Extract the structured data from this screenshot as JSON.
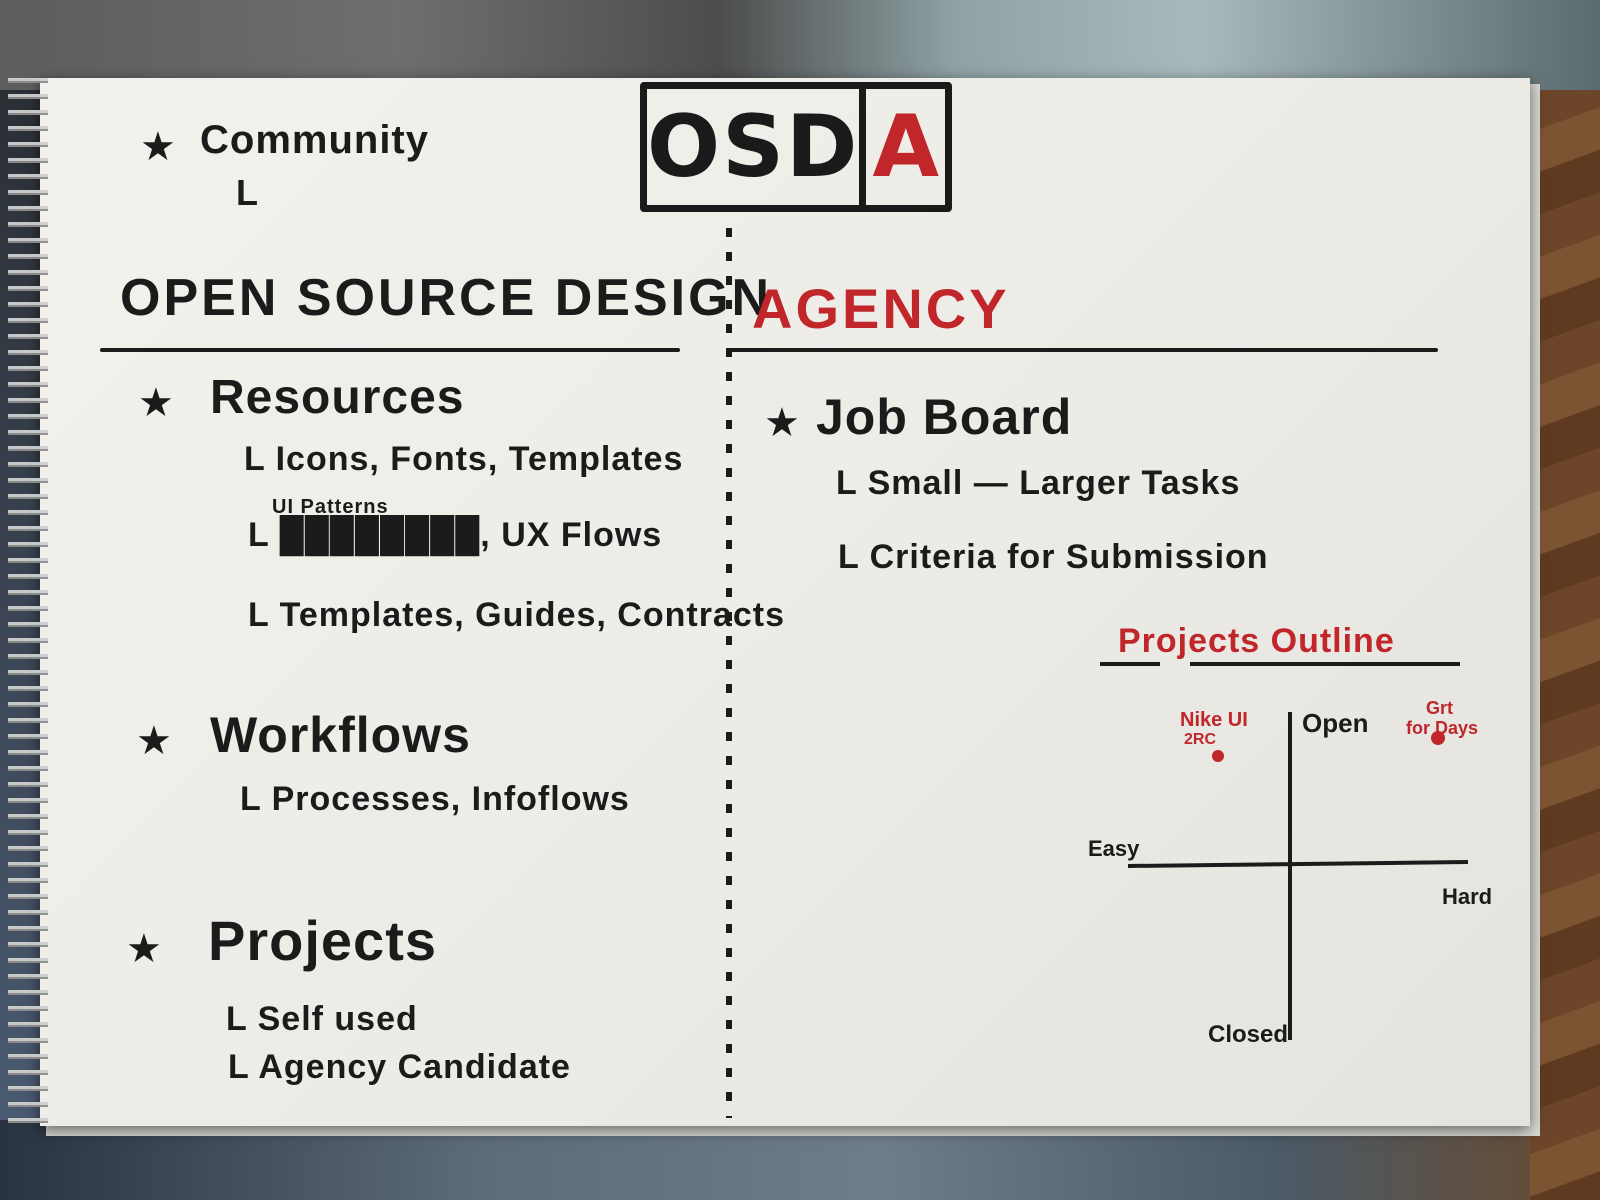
{
  "logo": {
    "main": "OSD",
    "accent": "A"
  },
  "community": {
    "star": "★",
    "label": "Community",
    "sub": "L"
  },
  "left": {
    "heading": "OPEN SOURCE DESIGN",
    "sections": [
      {
        "star": "★",
        "title": "Resources",
        "items": [
          "L Icons, Fonts, Templates",
          "UI Patterns",
          "L ████████, UX Flows",
          "L Templates, Guides, Contracts"
        ]
      },
      {
        "star": "★",
        "title": "Workflows",
        "items": [
          "L Processes, Infoflows"
        ]
      },
      {
        "star": "★",
        "title": "Projects",
        "items": [
          "L Self used",
          "L Agency Candidate"
        ]
      }
    ]
  },
  "right": {
    "heading": "AGENCY",
    "job_board": {
      "star": "★",
      "title": "Job Board",
      "items": [
        "L Small — Larger Tasks",
        "L Criteria for Submission"
      ]
    },
    "projects_outline": {
      "title": "Projects Outline",
      "axis_labels": {
        "top": "Open",
        "bottom": "Closed",
        "left": "Easy",
        "right": "Hard"
      },
      "points": [
        {
          "label_line1": "Nike UI",
          "label_line2": "2RC"
        },
        {
          "label_line1": "Grt",
          "label_line2": "for Days"
        }
      ]
    }
  },
  "colors": {
    "ink": "#1b1b1b",
    "red": "#c0262a",
    "paper": "#efeee9"
  }
}
